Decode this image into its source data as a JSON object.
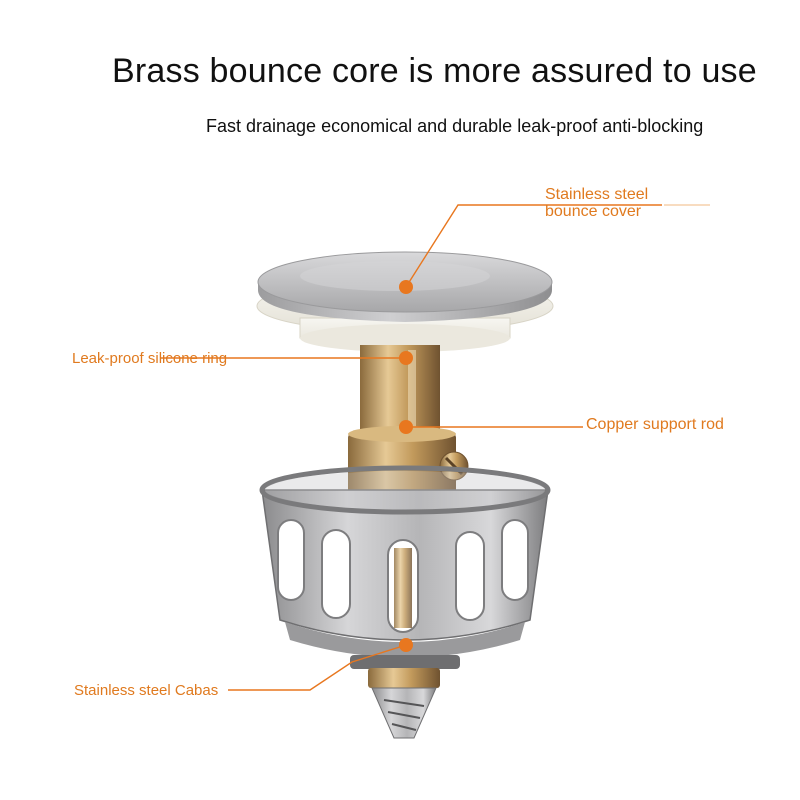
{
  "headline": "Brass bounce core is more assured to use",
  "subheadline": "Fast drainage economical and durable leak-proof anti-blocking",
  "callouts": {
    "bounce_cover": {
      "line1": "Stainless steel",
      "line2": "bounce cover"
    },
    "silicone_ring": "Leak-proof silicone ring",
    "support_rod": "Copper support rod",
    "basket": "Stainless steel Cabas"
  },
  "colors": {
    "accent": "#e8771f",
    "label_text": "#e07a1f",
    "title_text": "#111111",
    "steel": "#b9b9bb",
    "brass": "#c8a46a",
    "silicone": "#f2f0ea"
  }
}
